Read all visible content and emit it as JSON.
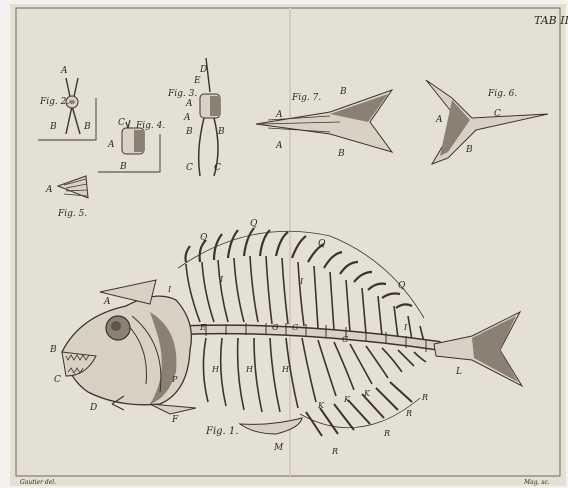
{
  "plate": {
    "corner_label": "TAB II",
    "footer_left": "Gautier del.",
    "footer_right": "Mag. sc."
  },
  "figures": {
    "fig1": {
      "caption": "Fig. 1."
    },
    "fig2": {
      "caption": "Fig. 2."
    },
    "fig3": {
      "caption": "Fig. 3."
    },
    "fig4": {
      "caption": "Fig. 4."
    },
    "fig5": {
      "caption": "Fig. 5."
    },
    "fig6": {
      "caption": "Fig. 6."
    },
    "fig7": {
      "caption": "Fig. 7."
    }
  },
  "letters": {
    "A": "A",
    "B": "B",
    "C": "C",
    "D": "D",
    "E": "E",
    "F": "F",
    "G": "G",
    "H": "H",
    "I": "I",
    "K": "K",
    "L": "L",
    "M": "M",
    "P": "P",
    "Q": "Q",
    "R": "R"
  },
  "colors": {
    "paper": "#e6e2d8",
    "ink": "#3b342b",
    "shade": "#8a8174",
    "border": "#ffffff"
  }
}
